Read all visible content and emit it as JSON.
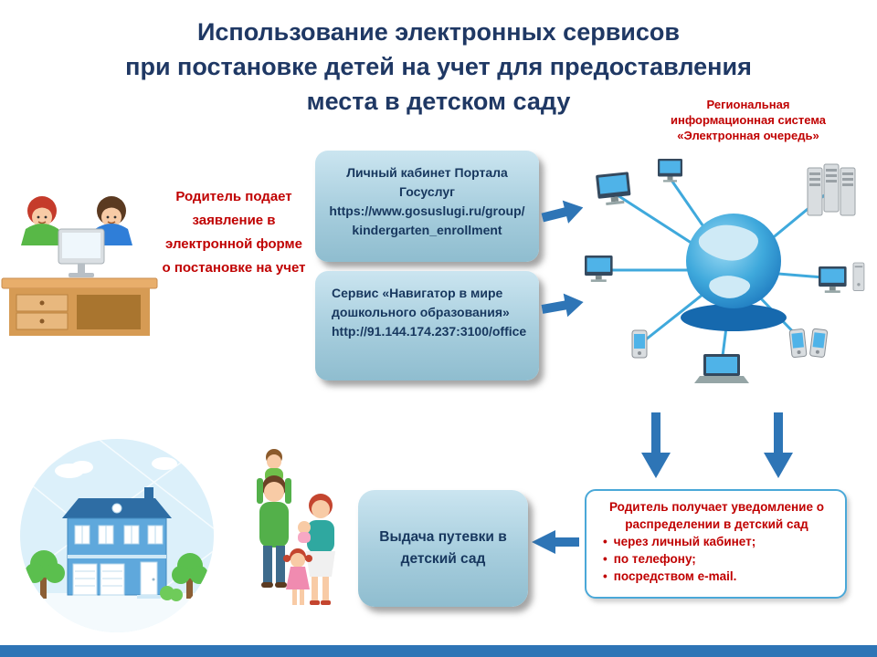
{
  "slide": {
    "title_lines": [
      "Использование электронных сервисов",
      "при постановке детей на учет для предоставления",
      "места в детском саду"
    ]
  },
  "regional_system": {
    "lines": [
      "Региональная",
      "информационная система",
      "«Электронная очередь»"
    ]
  },
  "parent_application": {
    "lines": [
      "Родитель подает",
      "заявление в",
      "электронной форме",
      "о постановке на учет"
    ]
  },
  "service_gosuslugi": {
    "title": "Личный кабинет Портала Госуслуг",
    "url": "https://www.gosuslugi.ru/group/kindergarten_enrollment"
  },
  "service_navigator": {
    "title": "Сервис «Навигатор в мире дошкольного образования»",
    "url": "http://91.144.174.237:3100/office"
  },
  "notification": {
    "heading": "Родитель получает уведомление о распределении в детский сад",
    "bullet_char": "•",
    "bullets": [
      "через личный кабинет;",
      "по телефону;",
      "посредством e-mail."
    ]
  },
  "voucher": {
    "text": "Выдача путевки в детский сад"
  },
  "colors": {
    "title_navy": "#1F3864",
    "accent_red": "#C00000",
    "arrow_blue": "#2E75B6",
    "service_box_blue": "#A6CDDD",
    "box_text_navy": "#17375E",
    "notify_border_blue": "#4AA8D8",
    "footer_bar_blue": "#2E75B6"
  }
}
